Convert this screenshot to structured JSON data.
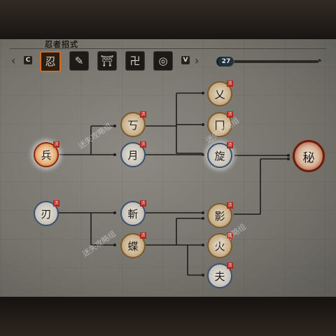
{
  "header": {
    "title": "忍者招式",
    "key_left": "C",
    "key_right": "V",
    "skill_points": "27",
    "progress_fraction": 0.02
  },
  "categories": [
    {
      "icon": "ninja-figure-icon",
      "selected": true
    },
    {
      "icon": "prosthetic-arm-icon",
      "selected": false
    },
    {
      "icon": "samurai-helmet-icon",
      "selected": false
    },
    {
      "icon": "buddha-shrine-icon",
      "selected": false
    },
    {
      "icon": "swirl-emblem-icon",
      "selected": false
    }
  ],
  "nodes": {
    "root1": {
      "glyph": "兵",
      "seal": "済"
    },
    "root2": {
      "glyph": "刃",
      "seal": "済"
    },
    "a2": {
      "glyph": "丂",
      "seal": "済"
    },
    "a1": {
      "glyph": "月",
      "seal": "済"
    },
    "b1": {
      "glyph": "乂",
      "seal": "済"
    },
    "b2": {
      "glyph": "冂",
      "seal": "済"
    },
    "b3": {
      "glyph": "旋",
      "seal": "済"
    },
    "c1": {
      "glyph": "斬",
      "seal": "済"
    },
    "c2": {
      "glyph": "蝶",
      "seal": "済"
    },
    "d1": {
      "glyph": "影",
      "seal": "済"
    },
    "d2": {
      "glyph": "火",
      "seal": "済"
    },
    "d3": {
      "glyph": "夫",
      "seal": "済"
    },
    "final": {
      "glyph": "秘"
    }
  },
  "watermark": "迷失攻略组",
  "colors": {
    "selected_border": "#d66a1f",
    "seal_red": "#b3271c",
    "blue_ring": "#3d4f73",
    "gold_ring": "#7a5a2e"
  }
}
